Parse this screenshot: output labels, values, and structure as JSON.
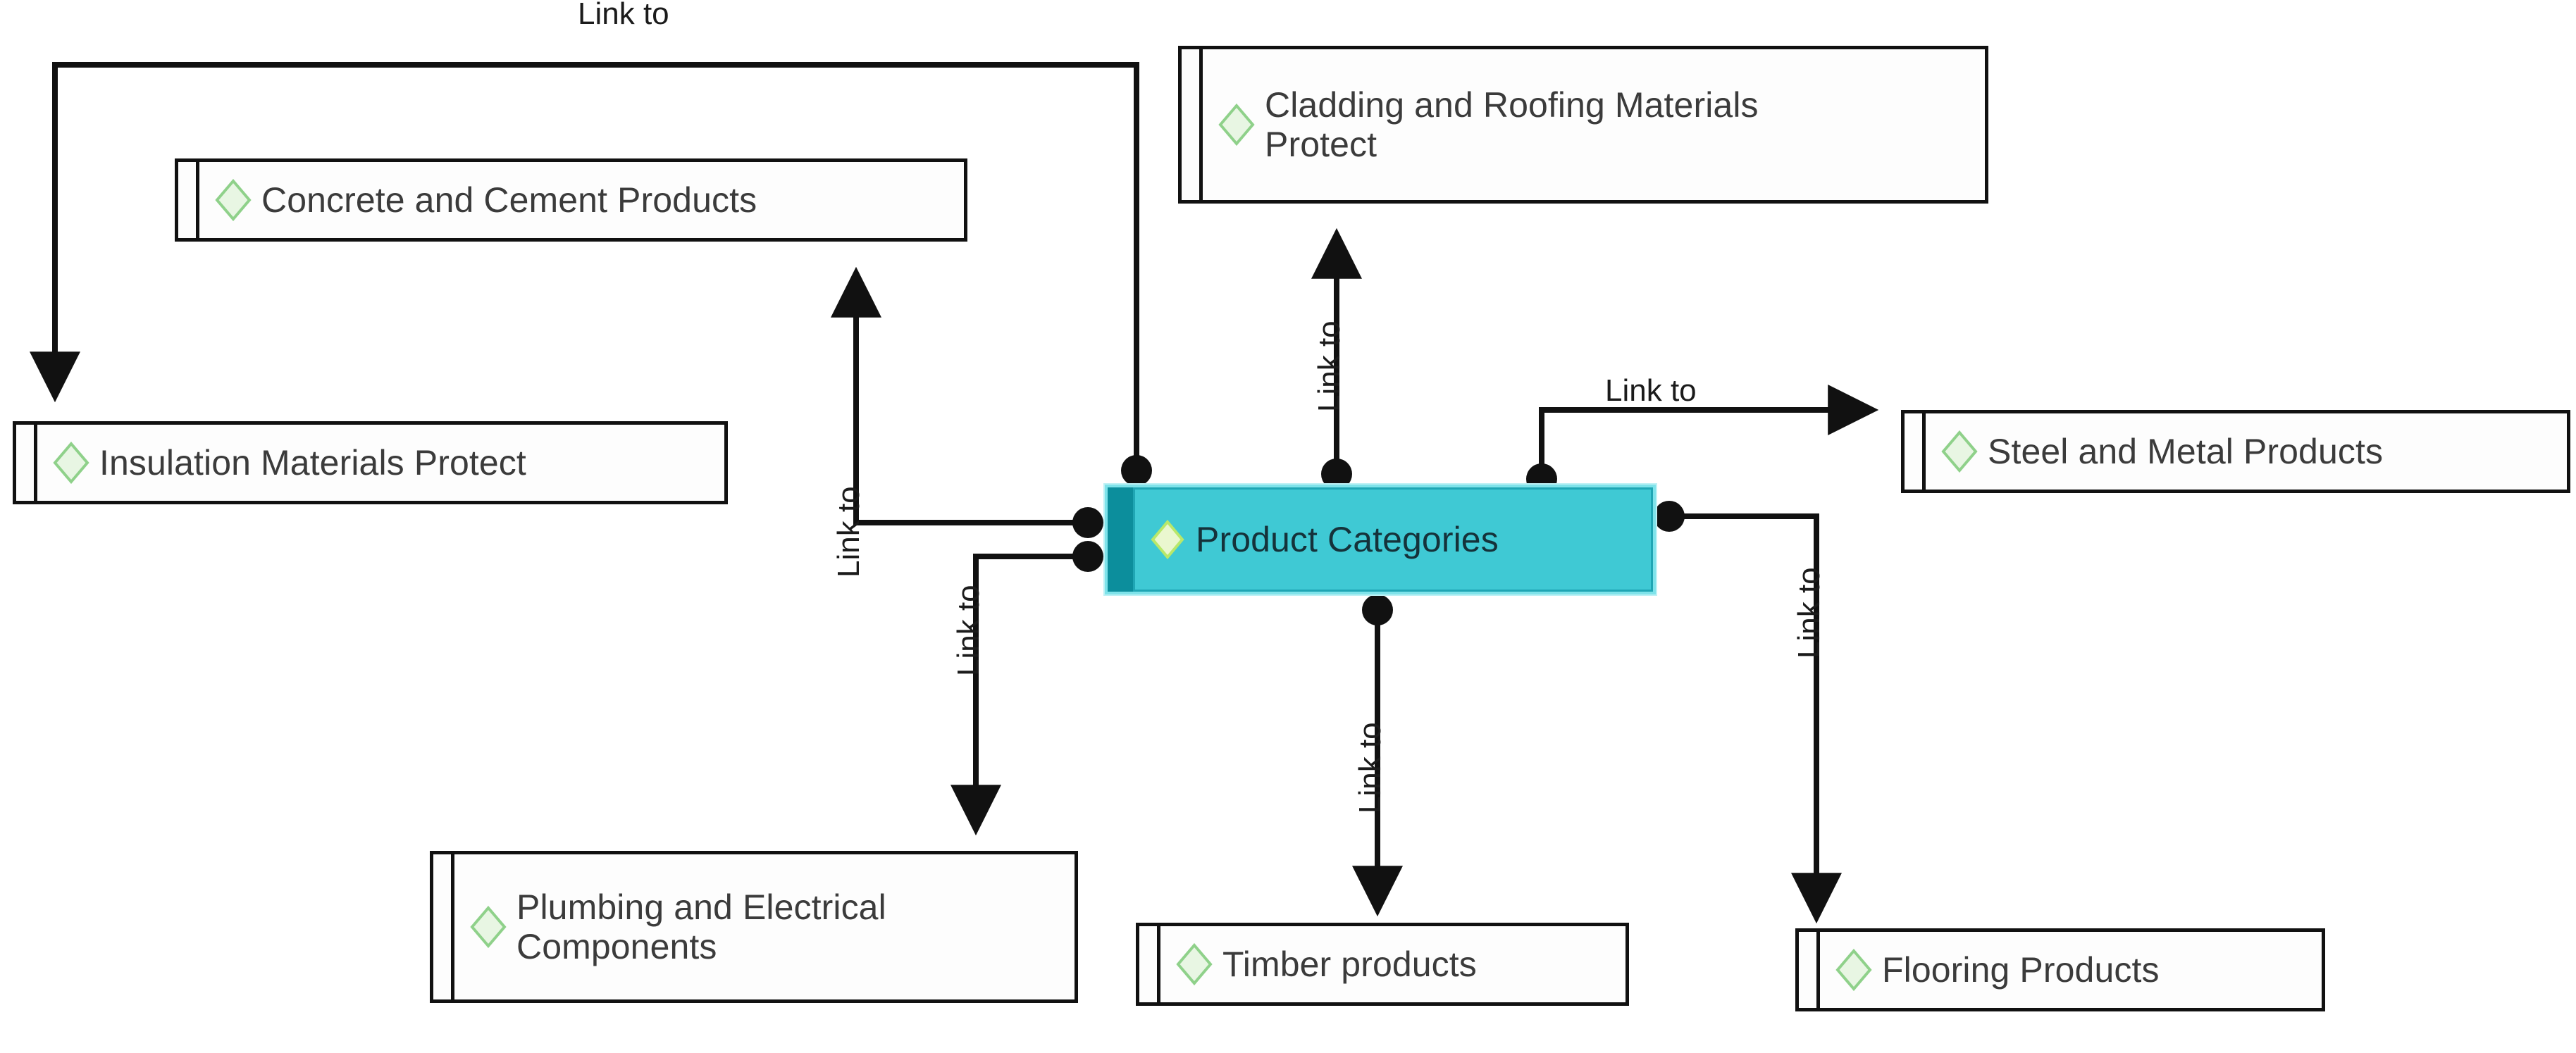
{
  "diagram": {
    "title": "Product Categories",
    "type": "entity-relationship-map",
    "edge_label": "Link to",
    "colors": {
      "node_border": "#111111",
      "node_fill": "#fdfdfd",
      "node_text": "#3b3b3b",
      "center_fill": "#22b8c6",
      "center_body_fill": "#3fc9d4",
      "center_gutter_fill": "#0c8e9c",
      "center_border": "#7fe3ea",
      "center_text": "#15323a",
      "diamond_stroke": "#8fd18a",
      "diamond_fill": "#e8f6e3",
      "center_diamond_stroke": "#b9e86a",
      "center_diamond_fill": "#eaf7cf",
      "edge": "#111111"
    }
  },
  "nodes": [
    {
      "id": "concrete",
      "label": "Concrete and Cement Products",
      "icon": "diamond-icon",
      "selected": false
    },
    {
      "id": "cladding",
      "label": "Cladding and Roofing Materials\nProtect",
      "icon": "diamond-icon",
      "selected": false
    },
    {
      "id": "insulation",
      "label": "Insulation Materials Protect",
      "icon": "diamond-icon",
      "selected": false
    },
    {
      "id": "product",
      "label": "Product Categories",
      "icon": "diamond-icon",
      "selected": true
    },
    {
      "id": "steel",
      "label": "Steel and Metal Products",
      "icon": "diamond-icon",
      "selected": false
    },
    {
      "id": "plumbing",
      "label": "Plumbing and Electrical\nComponents",
      "icon": "diamond-icon",
      "selected": false
    },
    {
      "id": "timber",
      "label": "Timber products",
      "icon": "diamond-icon",
      "selected": false
    },
    {
      "id": "flooring",
      "label": "Flooring Products",
      "icon": "diamond-icon",
      "selected": false
    }
  ],
  "edges": [
    {
      "id": "e-insulation",
      "from": "product",
      "to": "insulation",
      "label": "Link to"
    },
    {
      "id": "e-concrete",
      "from": "product",
      "to": "concrete",
      "label": "Link to"
    },
    {
      "id": "e-cladding",
      "from": "product",
      "to": "cladding",
      "label": "Link to"
    },
    {
      "id": "e-steel",
      "from": "product",
      "to": "steel",
      "label": "Link to"
    },
    {
      "id": "e-plumbing",
      "from": "product",
      "to": "plumbing",
      "label": "Link to"
    },
    {
      "id": "e-timber",
      "from": "product",
      "to": "timber",
      "label": "Link to"
    },
    {
      "id": "e-flooring",
      "from": "product",
      "to": "flooring",
      "label": "Link to"
    }
  ],
  "edge_labels": {
    "insulation": "Link to",
    "concrete": "Link to",
    "cladding": "Link to",
    "steel": "Link to",
    "plumbing": "Link to",
    "timber": "Link to",
    "flooring": "Link to"
  }
}
